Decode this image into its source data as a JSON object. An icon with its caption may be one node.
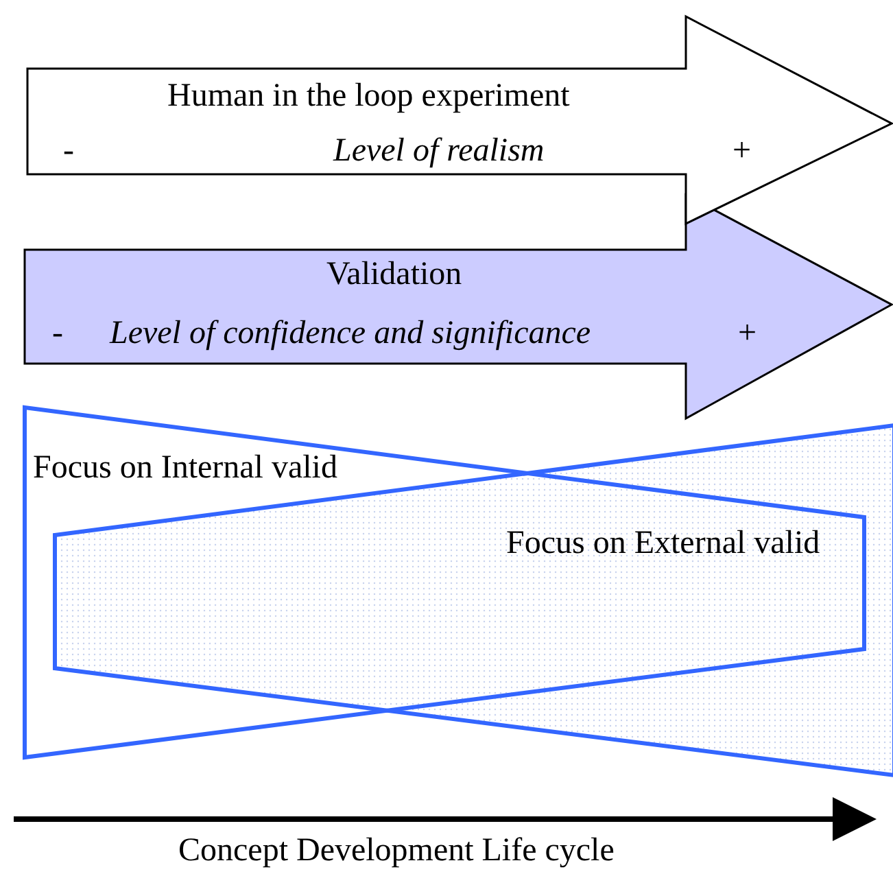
{
  "diagram": {
    "nodes": [
      {
        "text": [
          "Human in the loop experiment",
          "-",
          "Level of realism",
          "+"
        ]
      },
      {
        "text": [
          "Validation",
          "-",
          "Level of confidence and significance",
          "+"
        ]
      },
      {
        "text": [
          "Focus on Internal valid"
        ]
      },
      {
        "text": [
          "Focus on External valid"
        ]
      }
    ],
    "edges": [],
    "labels": [
      "Concept Development Life cycle"
    ]
  }
}
